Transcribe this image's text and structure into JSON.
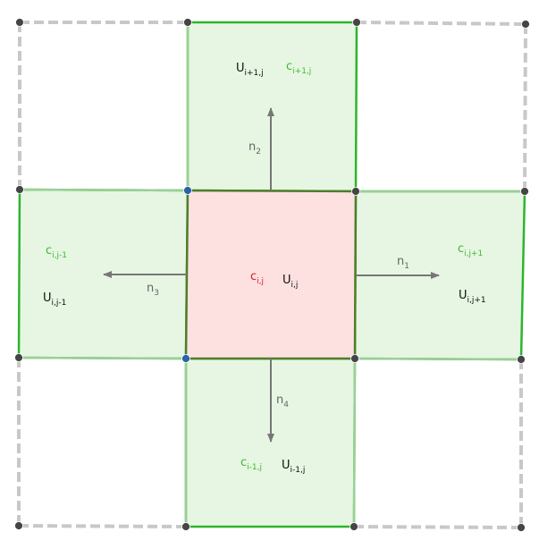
{
  "colors": {
    "green_line": "#2db52d",
    "green_fill": "#e6f6e3",
    "red_fill": "#fde1e1",
    "center_border": "#4e7d2a",
    "gray_dashed": "#c8c8c8",
    "arrow": "#777777",
    "point": "#454545",
    "point_blue": "#2a63a8",
    "label_green": "#3dba2e",
    "label_red": "#e0162b",
    "label_black": "#111111",
    "label_gray": "#666666"
  },
  "labels": {
    "c_center": {
      "base": "c",
      "sub": "i,j"
    },
    "u_center": {
      "base": "U",
      "sub": "i,j"
    },
    "c_top": {
      "base": "c",
      "sub": "i+1,j"
    },
    "u_top": {
      "base": "U",
      "sub": "i+1,j"
    },
    "c_left": {
      "base": "c",
      "sub": "i,j-1"
    },
    "u_left": {
      "base": "U",
      "sub": "i,j-1"
    },
    "c_right": {
      "base": "c",
      "sub": "i,j+1"
    },
    "u_right": {
      "base": "U",
      "sub": "i,j+1"
    },
    "c_bottom": {
      "base": "c",
      "sub": "i-1,j"
    },
    "u_bottom": {
      "base": "U",
      "sub": "i-1,j"
    },
    "n1": {
      "base": "n",
      "sub": "1"
    },
    "n2": {
      "base": "n",
      "sub": "2"
    },
    "n3": {
      "base": "n",
      "sub": "3"
    },
    "n4": {
      "base": "n",
      "sub": "4"
    }
  }
}
